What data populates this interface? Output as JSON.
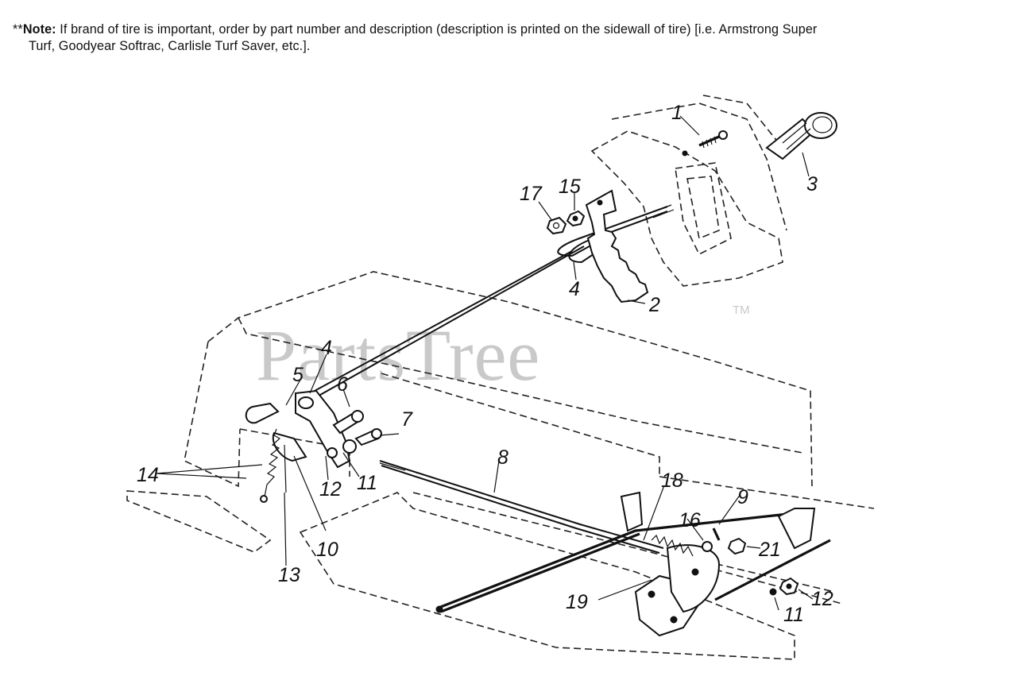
{
  "note": {
    "prefix": "**",
    "bold": "Note:",
    "line1": " If brand of tire is important, order by part number and description (description is printed on the sidewall of tire) [i.e. Armstrong Super",
    "line2": "Turf, Goodyear Softrac, Carlisle Turf Saver, etc.]."
  },
  "watermark": {
    "text": "PartsTree",
    "trademark": "TM"
  },
  "callouts": {
    "c1": "1",
    "c2": "2",
    "c3": "3",
    "c4a": "4",
    "c4b": "4",
    "c5": "5",
    "c6": "6",
    "c7": "7",
    "c8": "8",
    "c9": "9",
    "c10": "10",
    "c11a": "11",
    "c11b": "11",
    "c12a": "12",
    "c12b": "12",
    "c13": "13",
    "c14": "14",
    "c15": "15",
    "c16": "16",
    "c17": "17",
    "c18": "18",
    "c19": "19",
    "c21": "21"
  }
}
